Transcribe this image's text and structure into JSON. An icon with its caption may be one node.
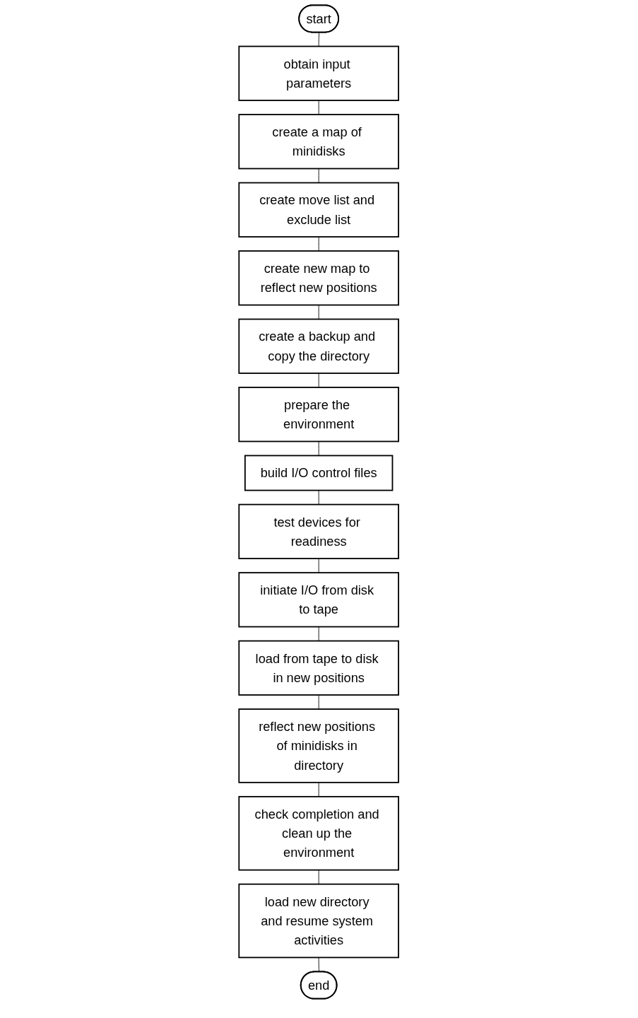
{
  "diagram": {
    "nodes": [
      {
        "text": [
          "start"
        ]
      },
      {
        "text": [
          "obtain input parameters"
        ]
      },
      {
        "text": [
          "create a map of minidisks"
        ]
      },
      {
        "text": [
          "create move list and exclude list"
        ]
      },
      {
        "text": [
          "create new map to reflect new positions"
        ]
      },
      {
        "text": [
          "create a backup and copy the directory"
        ]
      },
      {
        "text": [
          "prepare the environment"
        ]
      },
      {
        "text": [
          "build I/O control files"
        ]
      },
      {
        "text": [
          "test devices for readiness"
        ]
      },
      {
        "text": [
          "initiate I/O from disk to tape"
        ]
      },
      {
        "text": [
          "load from tape to disk in new positions"
        ]
      },
      {
        "text": [
          "reflect new positions of minidisks in directory"
        ]
      },
      {
        "text": [
          "check completion and clean up the environment"
        ]
      },
      {
        "text": [
          "load new directory and resume system activities"
        ]
      },
      {
        "text": [
          "end"
        ]
      }
    ],
    "edges": [
      {
        "from": 0,
        "to": 1,
        "arrow": "none"
      },
      {
        "from": 1,
        "to": 2,
        "arrow": "none"
      },
      {
        "from": 2,
        "to": 3,
        "arrow": "none"
      },
      {
        "from": 3,
        "to": 4,
        "arrow": "none"
      },
      {
        "from": 4,
        "to": 5,
        "arrow": "none"
      },
      {
        "from": 5,
        "to": 6,
        "arrow": "none"
      },
      {
        "from": 6,
        "to": 7,
        "arrow": "none"
      },
      {
        "from": 7,
        "to": 8,
        "arrow": "none"
      },
      {
        "from": 8,
        "to": 9,
        "arrow": "none"
      },
      {
        "from": 9,
        "to": 10,
        "arrow": "none"
      },
      {
        "from": 10,
        "to": 11,
        "arrow": "none"
      },
      {
        "from": 11,
        "to": 12,
        "arrow": "none"
      },
      {
        "from": 12,
        "to": 13,
        "arrow": "none"
      },
      {
        "from": 13,
        "to": 14,
        "arrow": "none"
      }
    ]
  }
}
